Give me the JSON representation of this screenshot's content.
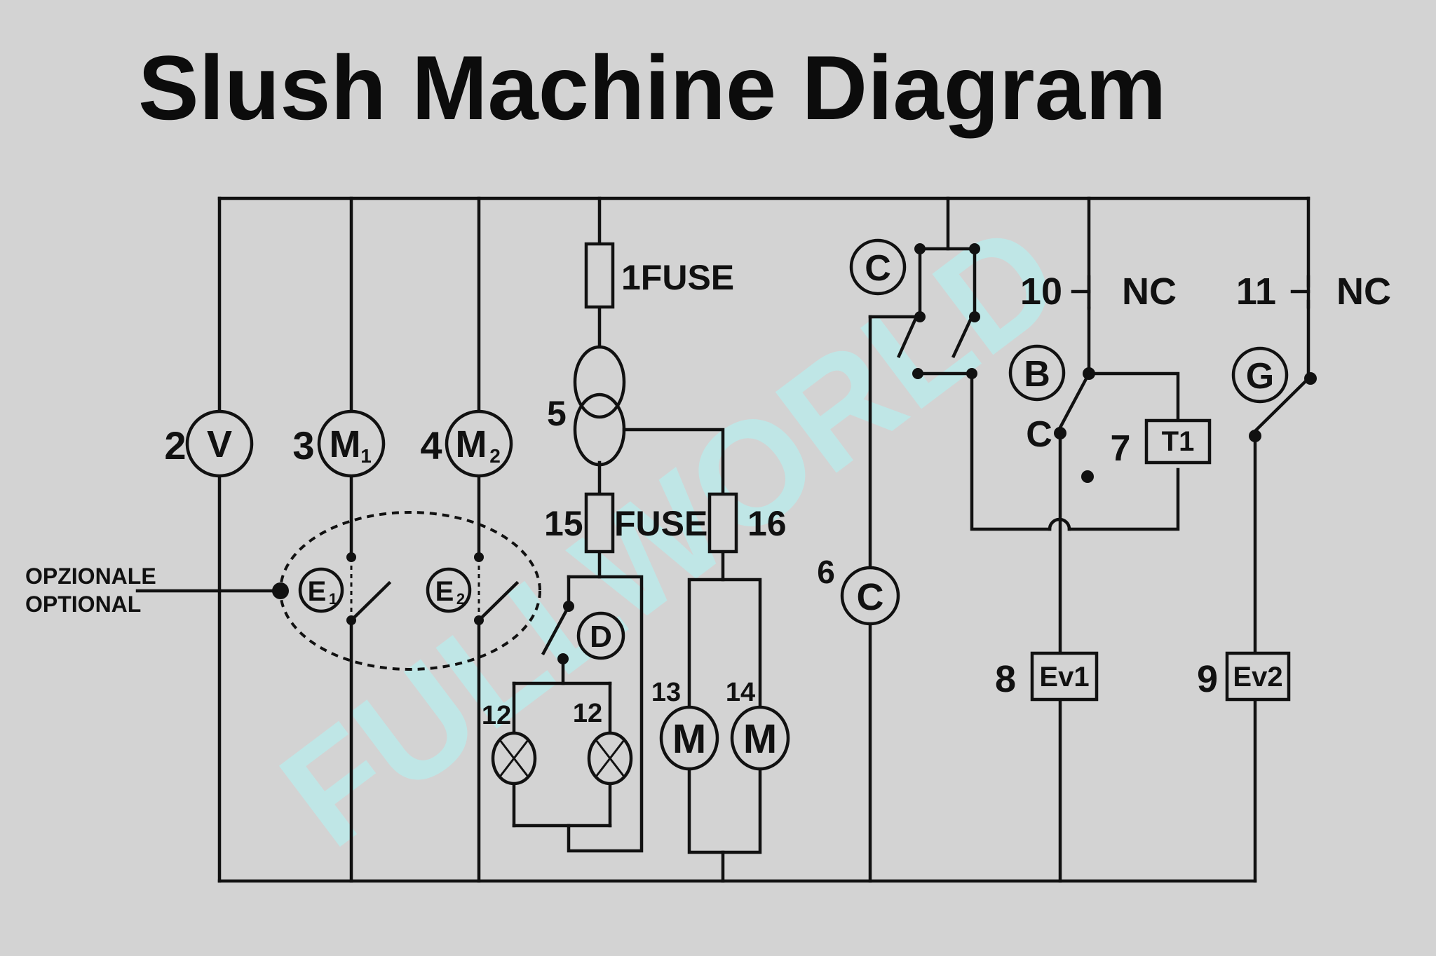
{
  "title": "Slush Machine Diagram",
  "watermark": "FULLWORLD",
  "optional_label": {
    "it": "OPZIONALE",
    "en": "OPTIONAL"
  },
  "components": {
    "v_num": "2",
    "v_letter": "V",
    "m1_num": "3",
    "m1_letter": "M",
    "m1_sub": "1",
    "m2_num": "4",
    "m2_letter": "M",
    "m2_sub": "2",
    "e1_letter": "E",
    "e1_sub": "1",
    "e2_letter": "E",
    "e2_sub": "2",
    "fuse1": "1FUSE",
    "transformer_num": "5",
    "fuse15_num": "15",
    "fuse_word": "FUSE",
    "fuse16_num": "16",
    "d_letter": "D",
    "lamp_a_num": "12",
    "lamp_b_num": "12",
    "motor13_num": "13",
    "motor13_letter": "M",
    "motor14_num": "14",
    "motor14_letter": "M",
    "c_top_letter": "C",
    "c6_num": "6",
    "c6_letter": "C",
    "b_letter": "B",
    "c_contact": "C",
    "t1_label": "T1",
    "t1_num": "7",
    "nc10_num": "10",
    "nc10_label": "NC",
    "nc11_num": "11",
    "nc11_label": "NC",
    "g_letter": "G",
    "ev1_label": "Ev1",
    "ev1_num": "8",
    "ev2_label": "Ev2",
    "ev2_num": "9"
  },
  "colors": {
    "background": "#d3d3d3",
    "ink": "#111111",
    "watermark": "#bfe6e6"
  }
}
